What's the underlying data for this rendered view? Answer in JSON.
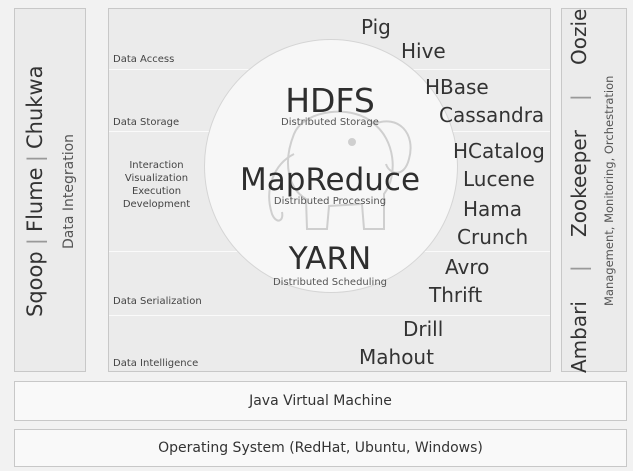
{
  "left_panel": {
    "tools": [
      "Sqoop",
      "Flume",
      "Chukwa"
    ],
    "separator": "|",
    "caption": "Data Integration"
  },
  "right_panel": {
    "tools": [
      "Ambari",
      "Zookeeper",
      "Oozie"
    ],
    "separator": "|",
    "caption": "Management, Monitoring, Orchestration"
  },
  "center": {
    "band_labels": {
      "data_access": "Data Access",
      "data_storage": "Data Storage",
      "interaction": [
        "Interaction",
        "Visualization",
        "Execution",
        "Development"
      ],
      "data_serialization": "Data Serialization",
      "data_intelligence": "Data Intelligence"
    },
    "core": {
      "hdfs": {
        "name": "HDFS",
        "subtitle": "Distributed Storage"
      },
      "mapreduce": {
        "name": "MapReduce",
        "subtitle": "Distributed Processing"
      },
      "yarn": {
        "name": "YARN",
        "subtitle": "Distributed Scheduling"
      }
    },
    "tools": {
      "pig": "Pig",
      "hive": "Hive",
      "hbase": "HBase",
      "cassandra": "Cassandra",
      "hcatalog": "HCatalog",
      "lucene": "Lucene",
      "hama": "Hama",
      "crunch": "Crunch",
      "avro": "Avro",
      "thrift": "Thrift",
      "drill": "Drill",
      "mahout": "Mahout"
    }
  },
  "jvm": "Java Virtual Machine",
  "os": "Operating System (RedHat, Ubuntu, Windows)",
  "colors": {
    "panel": "#ebebeb",
    "border": "#c8c8c8",
    "text": "#333333"
  }
}
